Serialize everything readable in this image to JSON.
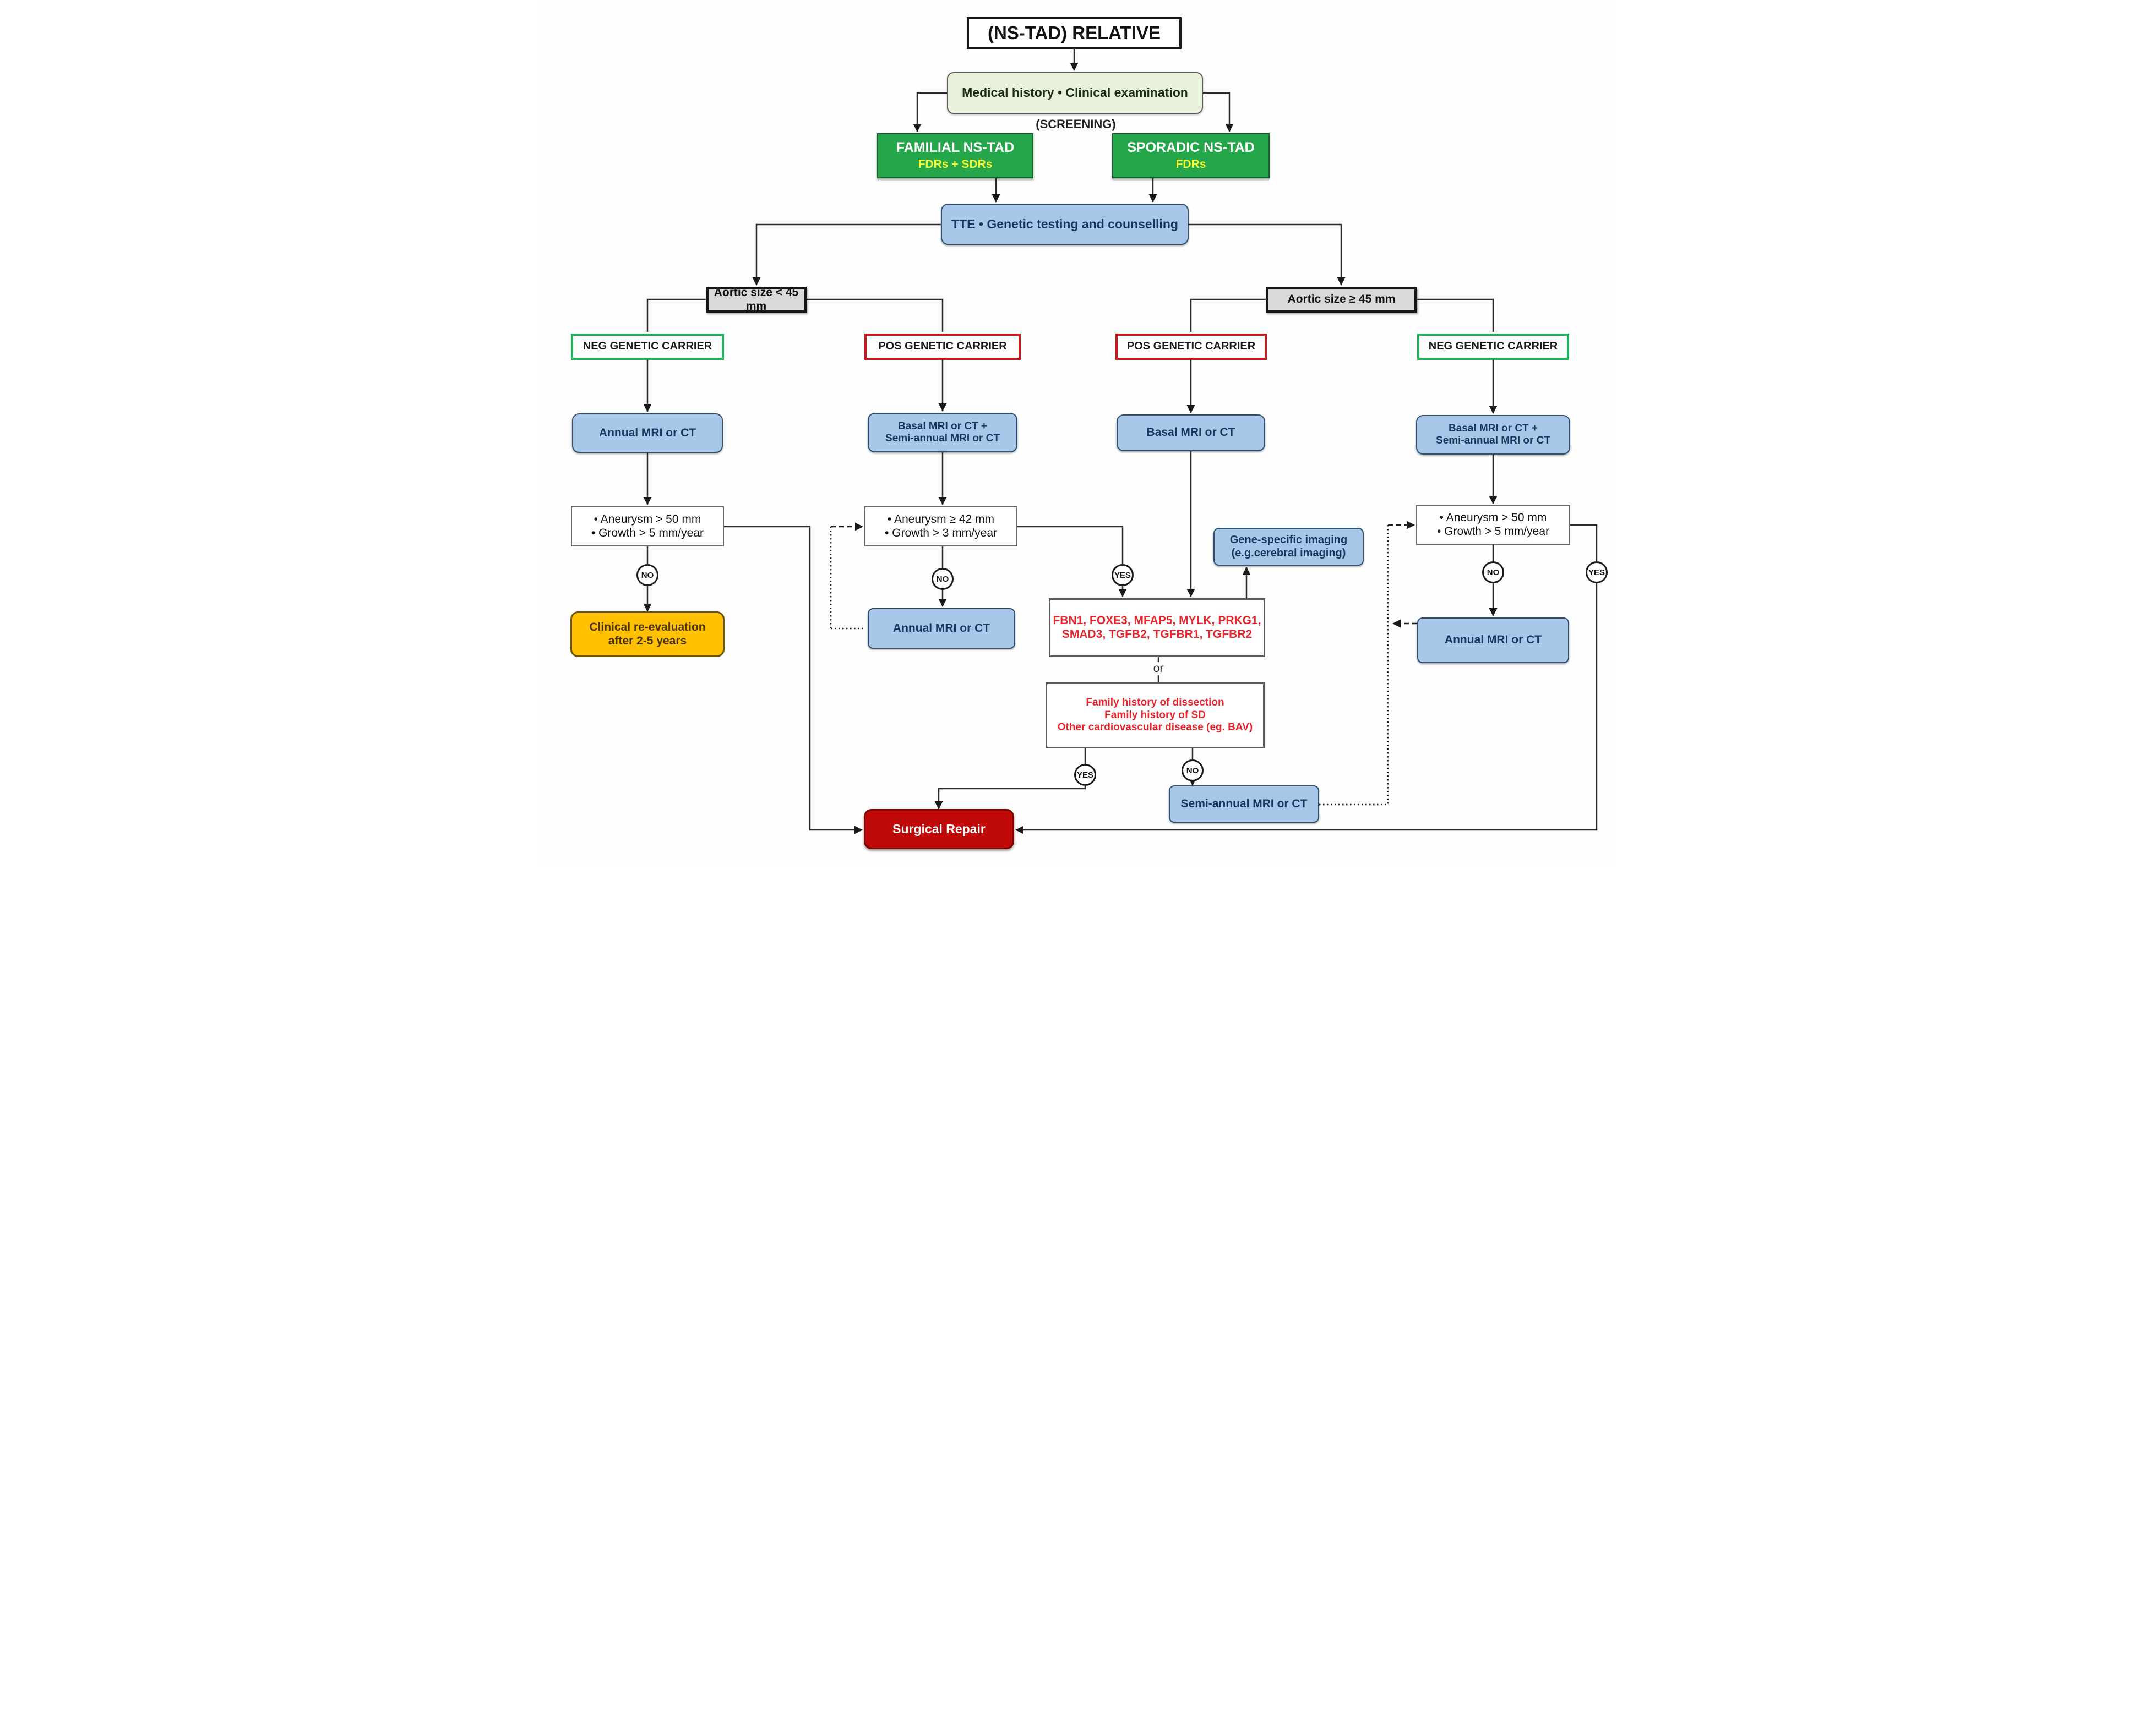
{
  "figure": {
    "type": "clinical-flowchart",
    "topic": "Screening and surveillance algorithm for relatives of NS-TAD patients"
  },
  "nodes": {
    "title": "(NS-TAD) RELATIVE",
    "medical": "Medical history • Clinical examination",
    "screening": "(SCREENING)",
    "familial": {
      "line1": "FAMILIAL NS-TAD",
      "line2": "FDRs + SDRs"
    },
    "sporadic": {
      "line1": "SPORADIC NS-TAD",
      "line2": "FDRs"
    },
    "tte": "TTE • Genetic testing and counselling",
    "size_lt45": "Aortic size < 45 mm",
    "size_ge45": "Aortic size ≥ 45 mm",
    "neg_carrier_left": "NEG GENETIC CARRIER",
    "pos_carrier_left": "POS GENETIC CARRIER",
    "pos_carrier_right": "POS GENETIC CARRIER",
    "neg_carrier_right": "NEG GENETIC CARRIER",
    "annual_left": "Annual MRI or CT",
    "basal_semi_left": {
      "line1": "Basal MRI or CT +",
      "line2": "Semi-annual MRI or CT"
    },
    "basal_mid": "Basal MRI or CT",
    "basal_semi_right": {
      "line1": "Basal MRI or CT +",
      "line2": "Semi-annual MRI or CT"
    },
    "criteria_left": {
      "line1": "• Aneurysm > 50 mm",
      "line2": "• Growth > 5 mm/year"
    },
    "criteria_mid": {
      "line1": "• Aneurysm ≥ 42 mm",
      "line2": "• Growth > 3 mm/year"
    },
    "criteria_right": {
      "line1": "• Aneurysm > 50 mm",
      "line2": "• Growth > 5 mm/year"
    },
    "reevaluation": {
      "line1": "Clinical re-evaluation",
      "line2": "after 2-5 years"
    },
    "annual_mid": "Annual MRI or CT",
    "genes": {
      "line1": "FBN1, FOXE3, MFAP5, MYLK, PRKG1,",
      "line2": "SMAD3, TGFB2, TGFBR1, TGFBR2"
    },
    "gene_imaging": {
      "line1": "Gene-specific imaging",
      "line2": "(e.g.cerebral imaging)"
    },
    "or_label": "or",
    "family_history": {
      "line1": "Family history of dissection",
      "line2": "Family history of SD",
      "line3": "Other cardiovascular disease (eg. BAV)"
    },
    "annual_right": "Annual MRI or CT",
    "semi_annual": "Semi-annual MRI or CT",
    "surgical": "Surgical Repair"
  },
  "decisions": {
    "no": "NO",
    "yes": "YES"
  },
  "colors": {
    "green_box": "#26a64a",
    "green_box_subtitle": "#f8ff2e",
    "light_green_box": "#e7f0db",
    "blue_box": "#a9c7e9",
    "blue_text": "#17375e",
    "gray_box": "#d9d9d9",
    "neg_border": "#22b15a",
    "pos_border": "#c11b1e",
    "orange_box": "#ffc000",
    "red_list_text": "#e8252c",
    "surgical_red": "#c00a0a",
    "line": "#2b2b2b"
  }
}
